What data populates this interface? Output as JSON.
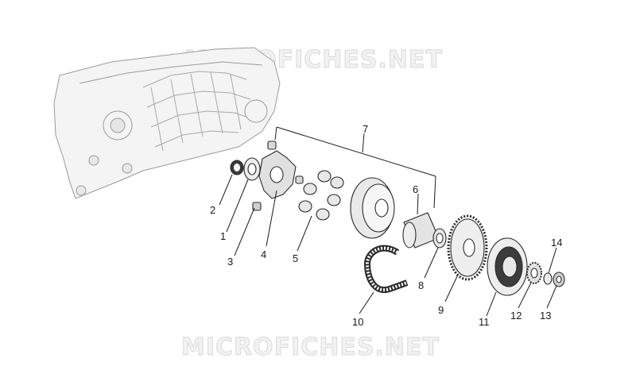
{
  "watermark": {
    "top": "MICROFICHES.NET",
    "bottom": "MICROFICHES.NET"
  },
  "callouts": [
    {
      "id": "1",
      "label": "1"
    },
    {
      "id": "2",
      "label": "2"
    },
    {
      "id": "3",
      "label": "3"
    },
    {
      "id": "4",
      "label": "4"
    },
    {
      "id": "5",
      "label": "5"
    },
    {
      "id": "6",
      "label": "6"
    },
    {
      "id": "7",
      "label": "7"
    },
    {
      "id": "8",
      "label": "8"
    },
    {
      "id": "9",
      "label": "9"
    },
    {
      "id": "10",
      "label": "10"
    },
    {
      "id": "11",
      "label": "11"
    },
    {
      "id": "12",
      "label": "12"
    },
    {
      "id": "13",
      "label": "13"
    },
    {
      "id": "14",
      "label": "14"
    }
  ],
  "colors": {
    "line": "#2a2a2a",
    "ghost": "#9a9a9a",
    "watermark_fill": "#f2f2f2",
    "watermark_stroke": "#d9d9d9"
  }
}
